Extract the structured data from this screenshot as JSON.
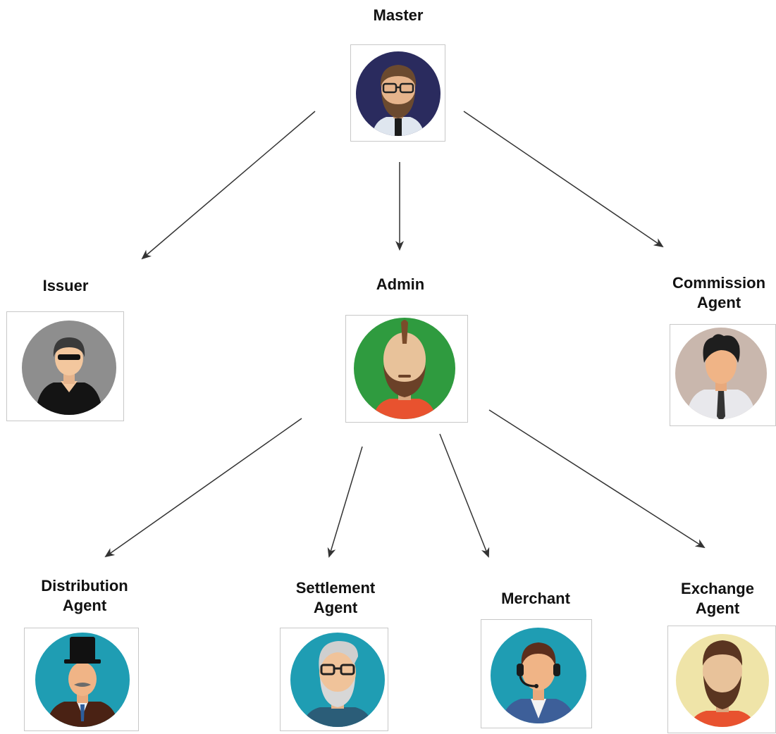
{
  "nodes": {
    "master": {
      "label": "Master",
      "avatar": "bearded-man-glasses-avatar-icon",
      "bg": "#2a2b5e"
    },
    "issuer": {
      "label": "Issuer",
      "avatar": "man-sunglasses-black-shirt-avatar-icon",
      "bg": "#8e8e8e"
    },
    "admin": {
      "label": "Admin",
      "avatar": "bald-bearded-man-avatar-icon",
      "bg": "#2f9b3f"
    },
    "commission_agent": {
      "label_line1": "Commission",
      "label_line2": "Agent",
      "avatar": "businessman-tie-avatar-icon",
      "bg": "#c9b7ad"
    },
    "distribution_agent": {
      "label_line1": "Distribution",
      "label_line2": "Agent",
      "avatar": "top-hat-gentleman-avatar-icon",
      "bg": "#1f9db3"
    },
    "settlement_agent": {
      "label_line1": "Settlement",
      "label_line2": "Agent",
      "avatar": "old-man-glasses-avatar-icon",
      "bg": "#1f9db3"
    },
    "merchant": {
      "label": "Merchant",
      "avatar": "headset-operator-avatar-icon",
      "bg": "#1f9db3"
    },
    "exchange_agent": {
      "label_line1": "Exchange",
      "label_line2": "Agent",
      "avatar": "bearded-man-avatar-icon",
      "bg": "#efe4a8"
    }
  },
  "edges": [
    {
      "from": "master",
      "to": "issuer"
    },
    {
      "from": "master",
      "to": "admin"
    },
    {
      "from": "master",
      "to": "commission_agent"
    },
    {
      "from": "admin",
      "to": "distribution_agent"
    },
    {
      "from": "admin",
      "to": "settlement_agent"
    },
    {
      "from": "admin",
      "to": "merchant"
    },
    {
      "from": "admin",
      "to": "exchange_agent"
    }
  ],
  "colors": {
    "edge": "#333333"
  }
}
